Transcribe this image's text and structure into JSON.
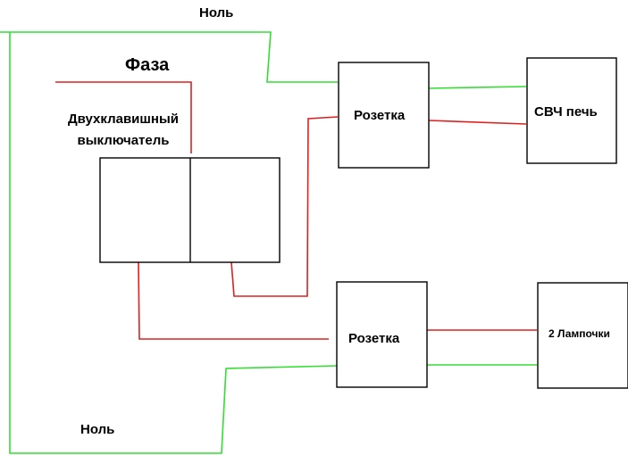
{
  "labels": {
    "neutral_top": "Ноль",
    "neutral_bottom": "Ноль",
    "phase": "Фаза",
    "switch_line1": "Двухклавишный",
    "switch_line2": "выключатель",
    "socket_top": "Розетка",
    "socket_bottom": "Розетка",
    "microwave": "СВЧ печь",
    "lamps": "2 Лампочки"
  },
  "colors": {
    "phase_wire": "#e02020",
    "neutral_wire": "#33dd33",
    "outline": "#000000"
  }
}
